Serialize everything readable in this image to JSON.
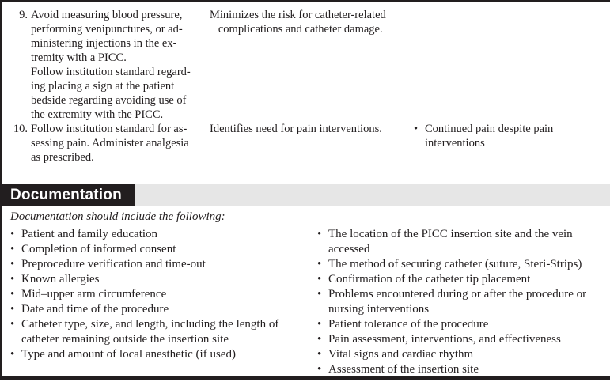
{
  "page": {
    "ink_color": "#221e1f",
    "gray_bar_color": "#e6e6e6",
    "bullet": "•"
  },
  "procedure_table": {
    "rows": [
      {
        "number": "9.",
        "intervention": "Avoid measuring blood pressure,\nperforming venipunctures, or ad-\nministering injections in the ex-\ntremity with a PICC.\nFollow institution standard regard-\ning placing a sign at the patient\nbedside regarding avoiding use of\nthe extremity with the PICC.",
        "rationale": "Minimizes the risk for catheter-related\n   complications and catheter damage.",
        "observation": ""
      },
      {
        "number": "10.",
        "intervention": "Follow institution standard for as-\nsessing pain. Administer analgesia\nas prescribed.",
        "rationale": "Identifies need for pain interventions.",
        "observation": "Continued pain despite pain\ninterventions"
      }
    ]
  },
  "documentation": {
    "heading": "Documentation",
    "intro": "Documentation should include the following:",
    "left_items": [
      "Patient and family education",
      "Completion of informed consent",
      "Preprocedure verification and time-out",
      "Known allergies",
      "Mid–upper arm circumference",
      "Date and time of the procedure",
      "Catheter type, size, and length, including the length of\ncatheter remaining outside the insertion site",
      "Type and amount of local anesthetic (if used)"
    ],
    "right_items": [
      "The location of the PICC insertion site and the vein\naccessed",
      "The method of securing catheter (suture, Steri-Strips)",
      "Confirmation of the catheter tip placement",
      "Problems encountered during or after the procedure or\nnursing interventions",
      "Patient tolerance of the procedure",
      "Pain assessment, interventions, and effectiveness",
      "Vital signs and cardiac rhythm",
      "Assessment of the insertion site"
    ]
  }
}
